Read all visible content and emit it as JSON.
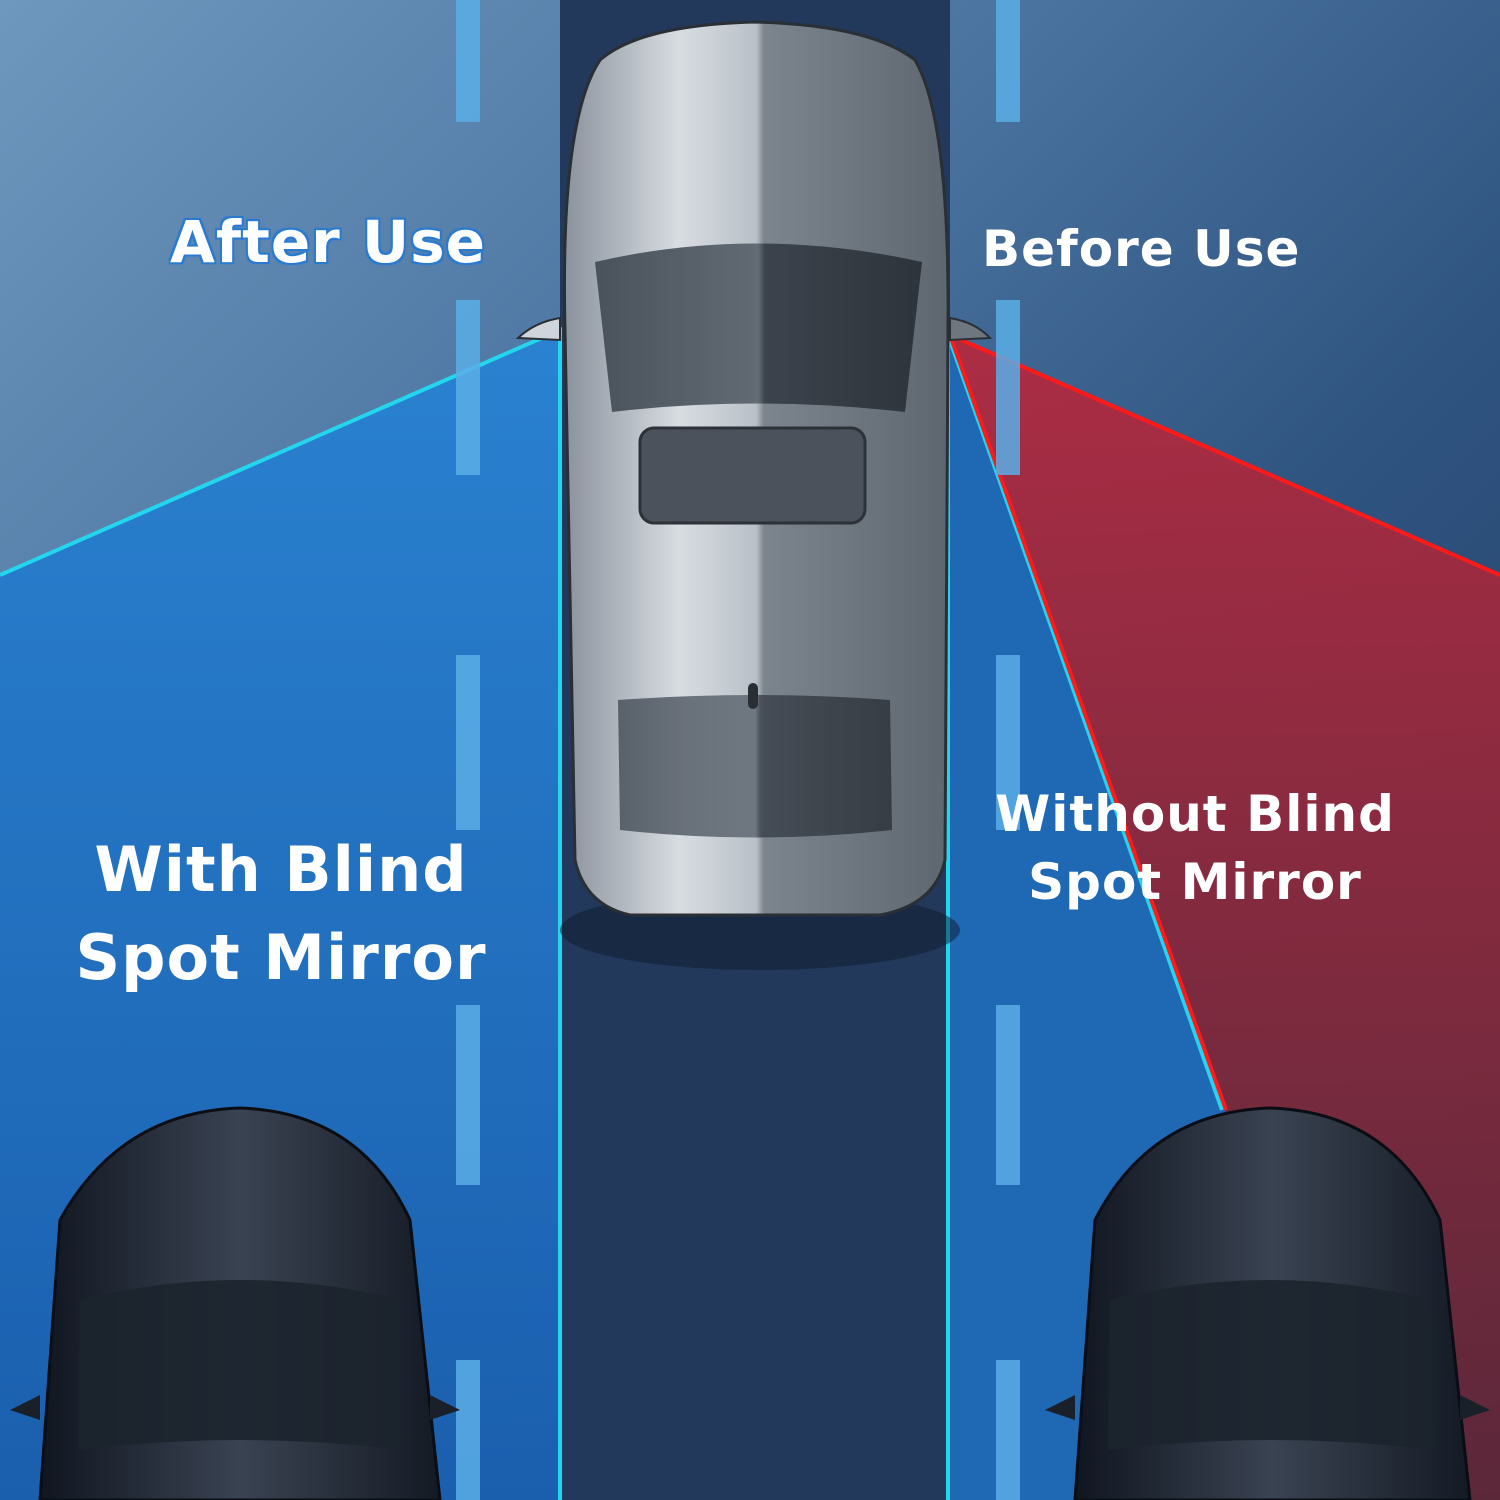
{
  "labels": {
    "after_use": "After Use",
    "before_use": "Before Use",
    "with_mirror_line1": "With Blind",
    "with_mirror_line2": "Spot Mirror",
    "without_mirror_line1": "Without Blind",
    "without_mirror_line2": "Spot Mirror"
  },
  "colors": {
    "background": "#3b6392",
    "after_zone": "#1f6fc0",
    "after_zone_edge": "#22d6ee",
    "before_zone": "#a3263b",
    "before_zone_edge": "#ff1a1a",
    "lane_marker": "#5aaee6",
    "text": "#ffffff"
  },
  "scene": {
    "main_car": "silver sedan, top view",
    "bottom_left_car": "black car, top view",
    "bottom_right_car": "black car, top view"
  }
}
